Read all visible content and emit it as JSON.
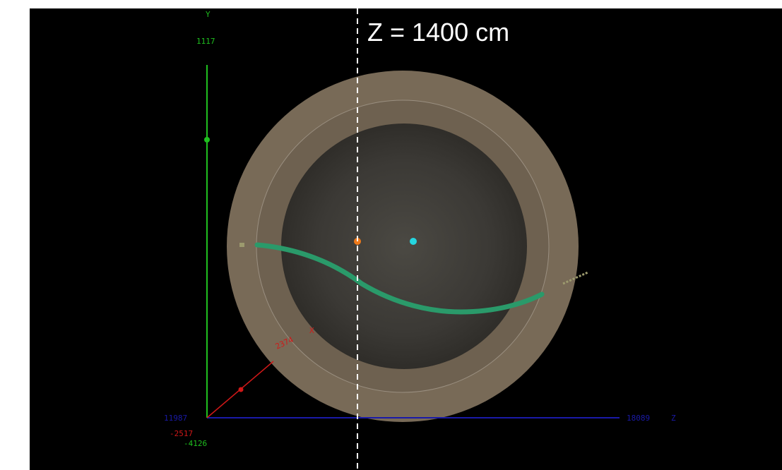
{
  "overlay": {
    "z_label": "Z = 1400 cm"
  },
  "axes": {
    "y_axis_name": "Y",
    "y_top_value": "1117",
    "x_axis_name": "X",
    "x_value": "2374",
    "z_axis_name": "Z",
    "z_right_value": "18089",
    "z_left_value": "11987",
    "origin_x_value": "-2517",
    "origin_y_value": "-4126"
  },
  "colors": {
    "background": "#000000",
    "y_axis": "#1fbf1f",
    "x_axis": "#d01818",
    "z_axis": "#1a1aa8",
    "track": "#2a9a6a",
    "outer_ring": "#7a6c58",
    "inner_disk": "#3a3834",
    "orange_marker": "#f07a1a",
    "cyan_marker": "#25d6e0",
    "dashed_line": "#ffffff"
  }
}
